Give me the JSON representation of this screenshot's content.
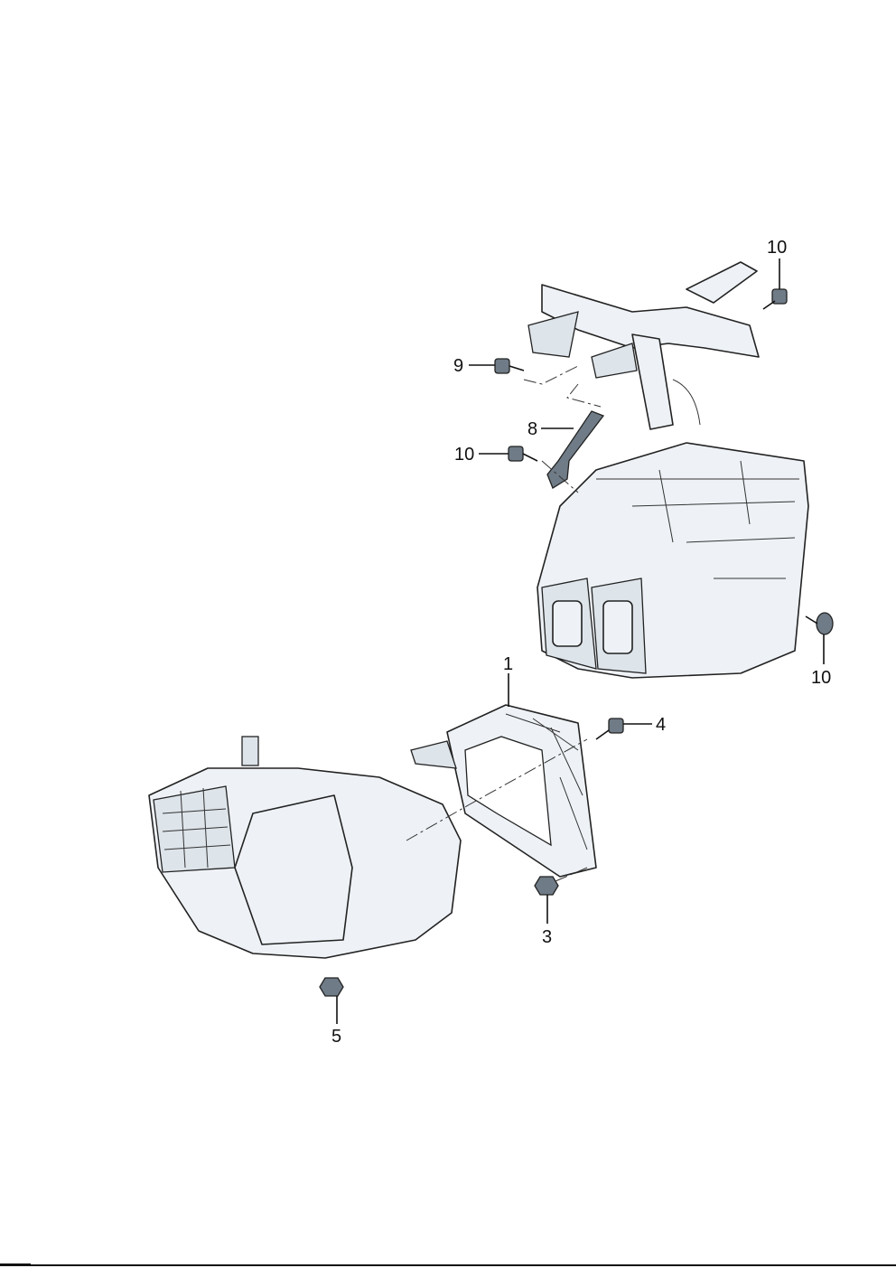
{
  "diagram": {
    "title": "Air conditioner housing exploded view",
    "callouts": [
      {
        "id": "c10a",
        "text": "10"
      },
      {
        "id": "c9",
        "text": "9"
      },
      {
        "id": "c8",
        "text": "8"
      },
      {
        "id": "c10b",
        "text": "10"
      },
      {
        "id": "c10c",
        "text": "10"
      },
      {
        "id": "c1",
        "text": "1"
      },
      {
        "id": "c4",
        "text": "4"
      },
      {
        "id": "c3",
        "text": "3"
      },
      {
        "id": "c5",
        "text": "5"
      }
    ]
  }
}
